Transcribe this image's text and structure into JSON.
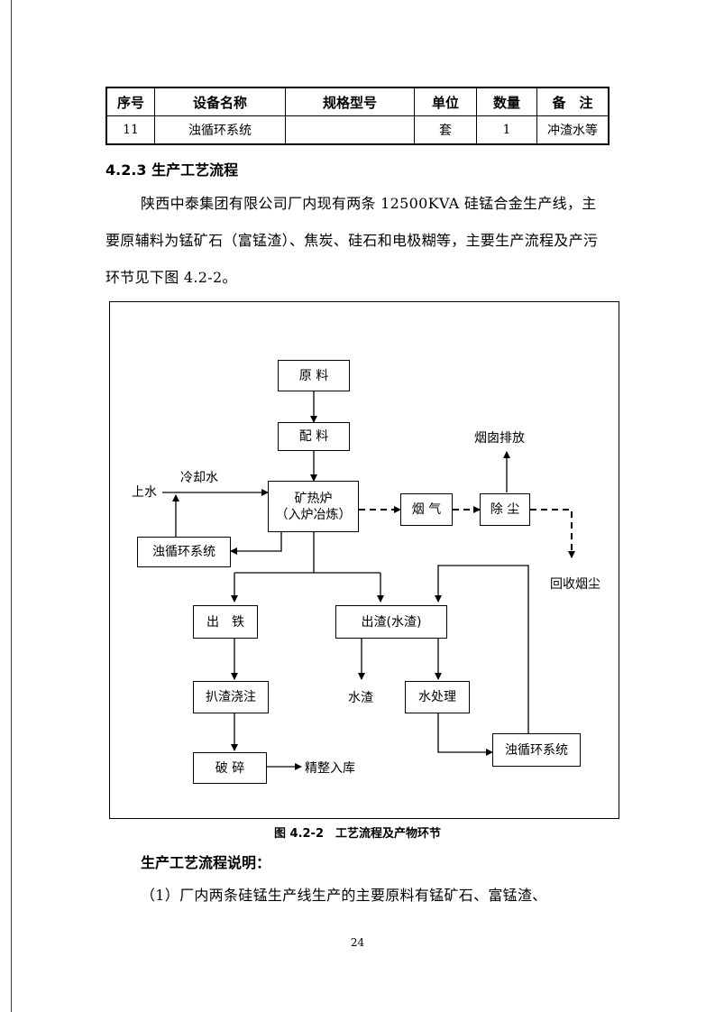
{
  "table": {
    "headers": [
      "序号",
      "设备名称",
      "规格型号",
      "单位",
      "数量",
      "备　注"
    ],
    "rows": [
      [
        "11",
        "浊循环系统",
        "",
        "套",
        "1",
        "冲渣水等"
      ]
    ]
  },
  "section": {
    "heading": "4.2.3 生产工艺流程",
    "paragraph": "陕西中泰集团有限公司厂内现有两条 12500KVA 硅锰合金生产线，主要原辅料为锰矿石（富锰渣）、焦炭、硅石和电极糊等，主要生产流程及产污环节见下图 4.2-2。"
  },
  "flowchart": {
    "nodes": {
      "raw": "原 料",
      "batching": "配 料",
      "furnace_line1": "矿热炉",
      "furnace_line2": "（入炉冶炼）",
      "flue_gas": "烟 气",
      "dust_removal": "除 尘",
      "circ_left": "浊循环系统",
      "iron_out": "出　铁",
      "slag_out": "出渣(水渣)",
      "slag_casting": "扒渣浇注",
      "water_treatment": "水处理",
      "crushing": "破 碎",
      "circ_right": "浊循环系统"
    },
    "labels": {
      "water_in": "上水",
      "cooling_water": "冷却水",
      "chimney": "烟囱排放",
      "recover_dust": "回收烟尘",
      "water_slag": "水渣",
      "finishing": "精整入库"
    }
  },
  "figure_caption": "图 4.2-2　工艺流程及产物环节",
  "subheading": "生产工艺流程说明：",
  "paragraph2": "（1）厂内两条硅锰生产线生产的主要原料有锰矿石、富锰渣、",
  "page_number": "24"
}
